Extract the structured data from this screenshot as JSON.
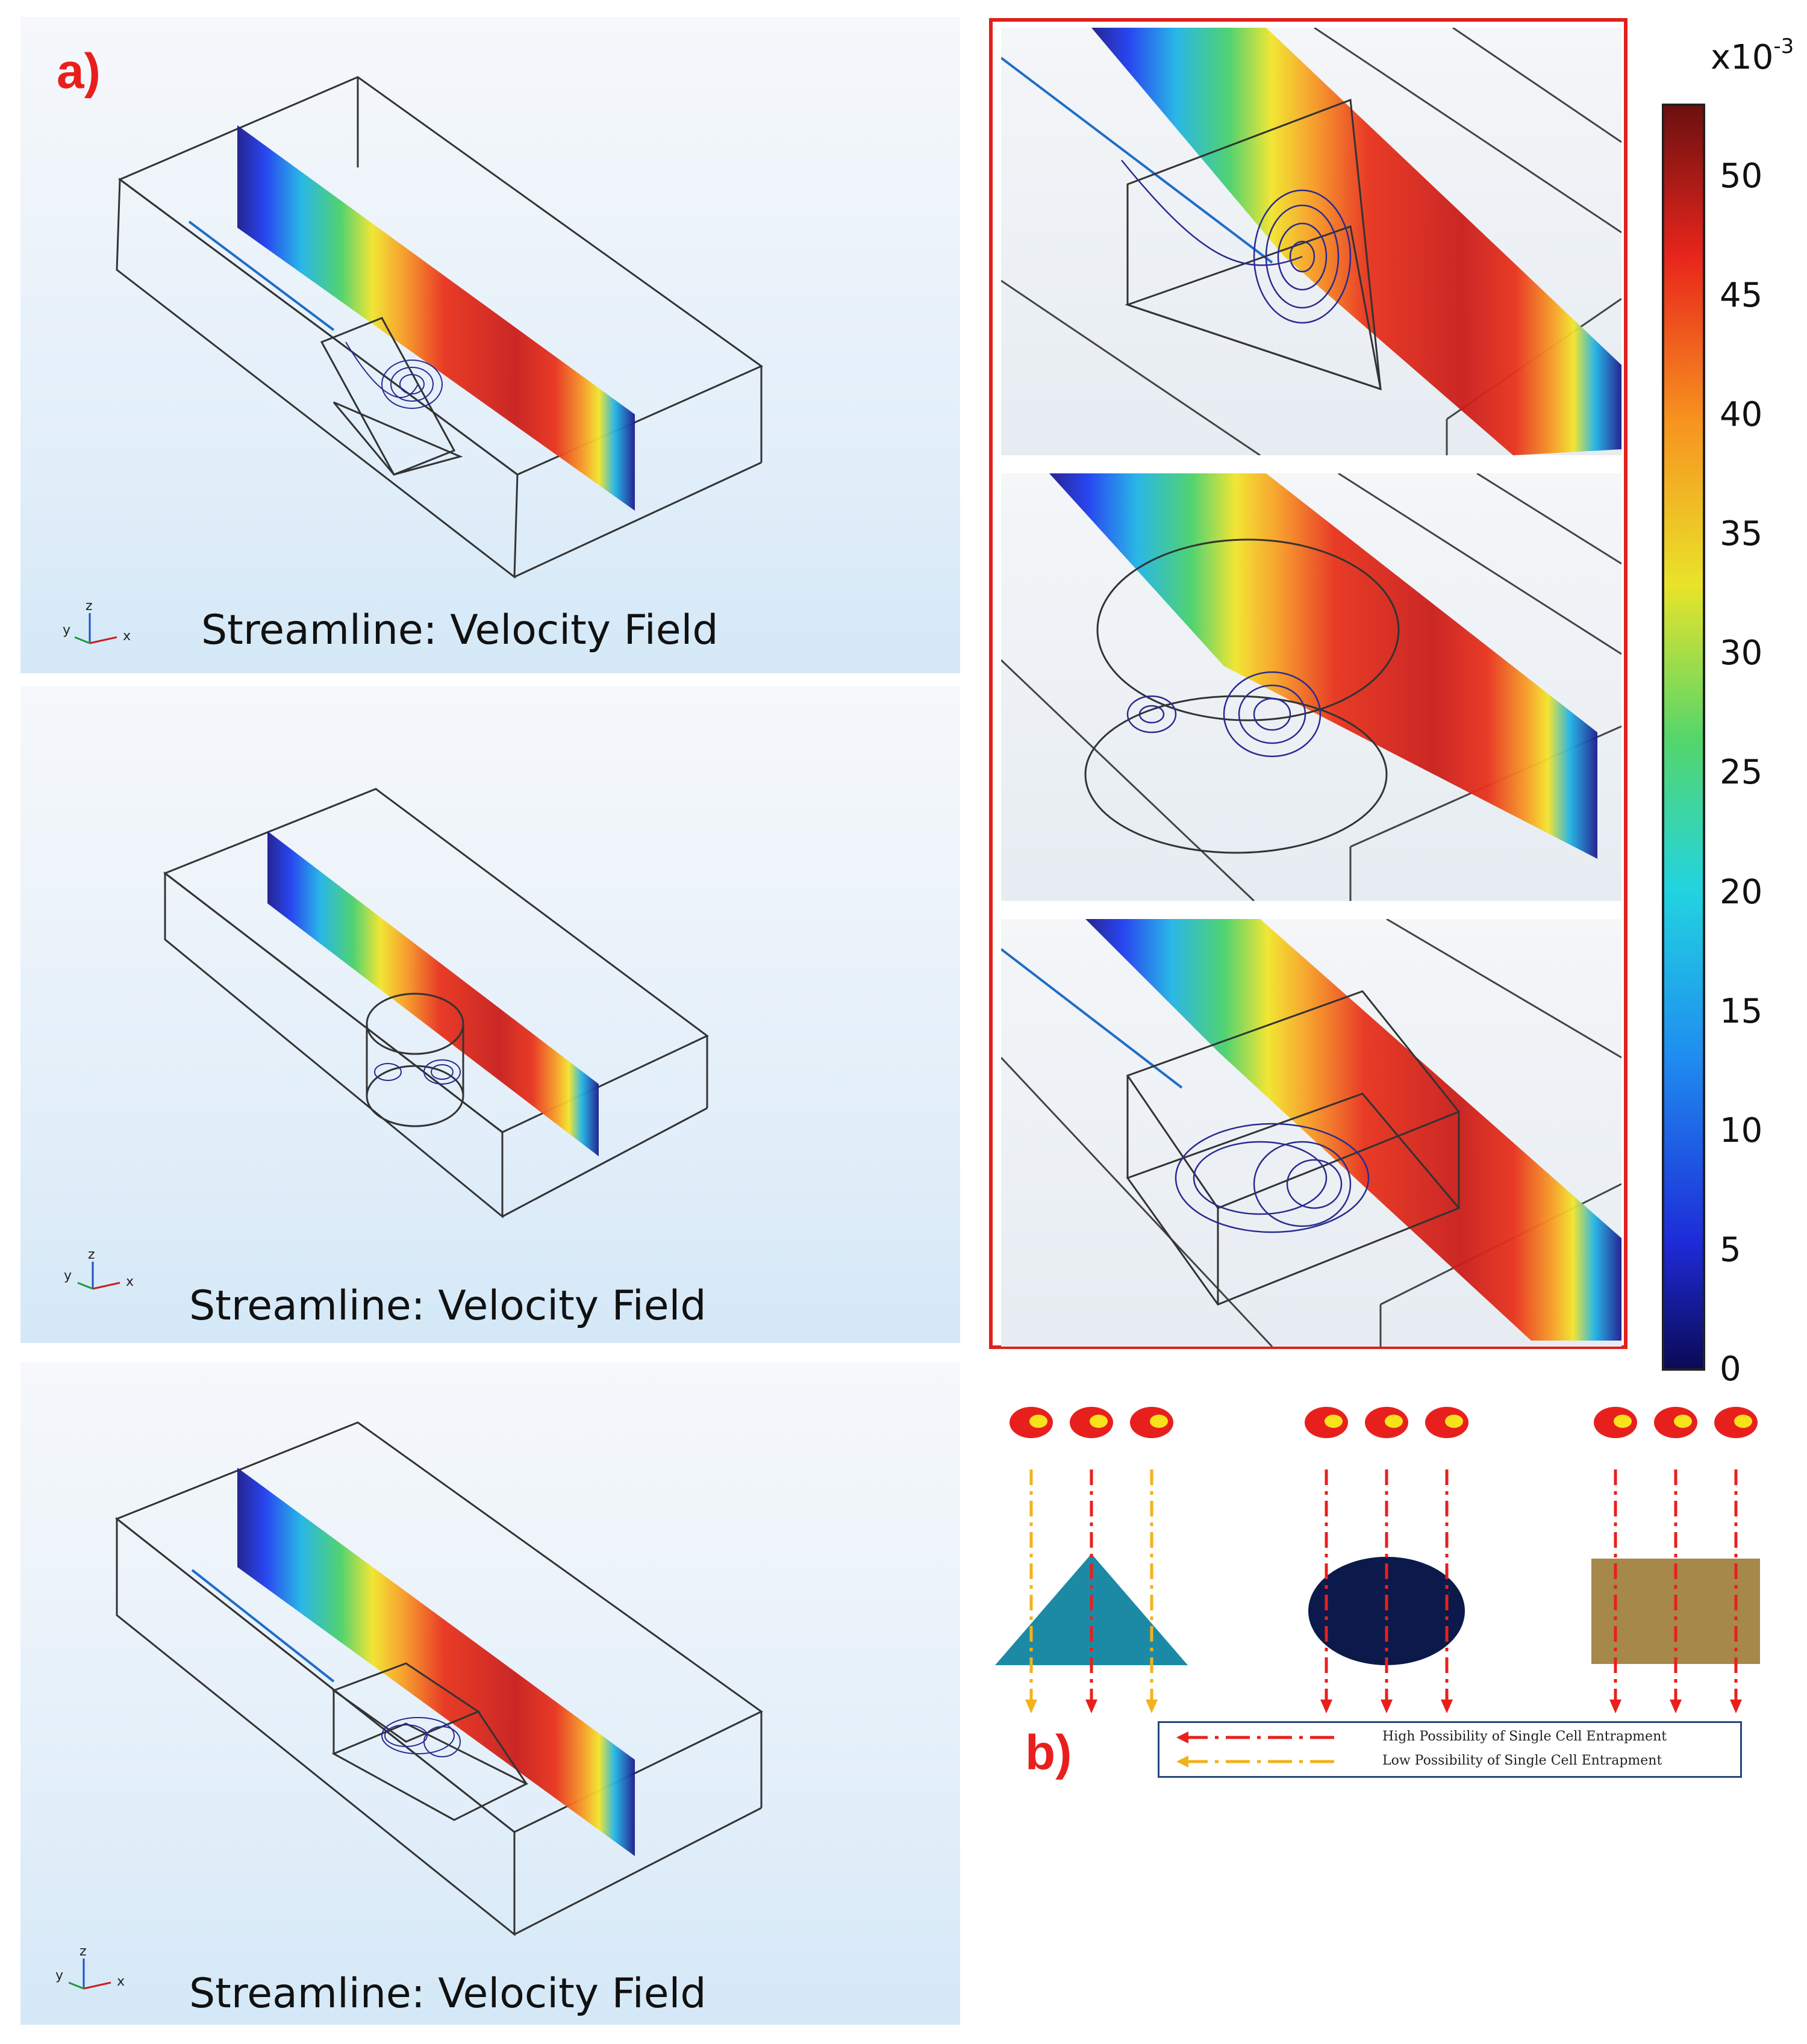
{
  "panel_a": {
    "label": "a)",
    "captions": [
      "Streamline: Velocity Field",
      "Streamline: Velocity Field",
      "Streamline: Velocity Field"
    ],
    "axes": {
      "y": "y",
      "z": "z",
      "x": "x"
    },
    "cavity_shapes": [
      "triangle",
      "circle",
      "square"
    ]
  },
  "colorbar": {
    "exponent_base": "x10",
    "exponent_power": "-3",
    "ticks": [
      "50",
      "45",
      "40",
      "35",
      "30",
      "25",
      "20",
      "15",
      "10",
      "5",
      "0"
    ],
    "range": [
      0,
      53
    ]
  },
  "panel_b": {
    "label": "b)",
    "legend": {
      "high": "High Possibility of Single Cell Entrapment",
      "low": "Low Possibility of Single Cell Entrapment"
    },
    "shapes": [
      {
        "shape": "triangle",
        "color": "#1d8aa5",
        "arrows": [
          "low",
          "high",
          "low"
        ]
      },
      {
        "shape": "ellipse",
        "color": "#0b1a4a",
        "arrows": [
          "high",
          "high",
          "high"
        ]
      },
      {
        "shape": "rectangle",
        "color": "#a5884a",
        "arrows": [
          "high",
          "high",
          "high"
        ]
      }
    ],
    "colors": {
      "high": "#e8201d",
      "low": "#f3b21b",
      "cell_outer": "#e8201d",
      "cell_inner": "#f7e21c"
    }
  }
}
